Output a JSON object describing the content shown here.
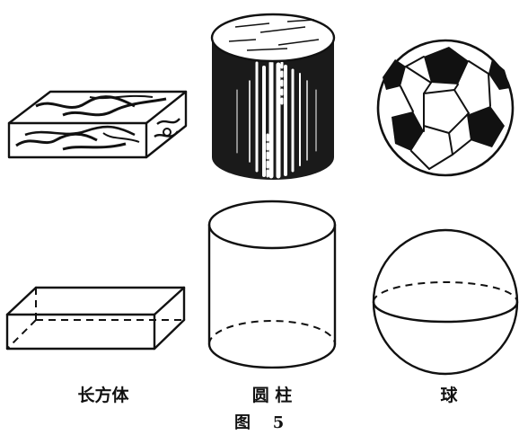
{
  "labels": {
    "cuboid": "长方体",
    "cylinder": "圆 柱",
    "sphere": "球"
  },
  "caption": {
    "prefix": "图",
    "number": "5"
  },
  "colors": {
    "ink": "#111111",
    "paper": "#ffffff"
  }
}
